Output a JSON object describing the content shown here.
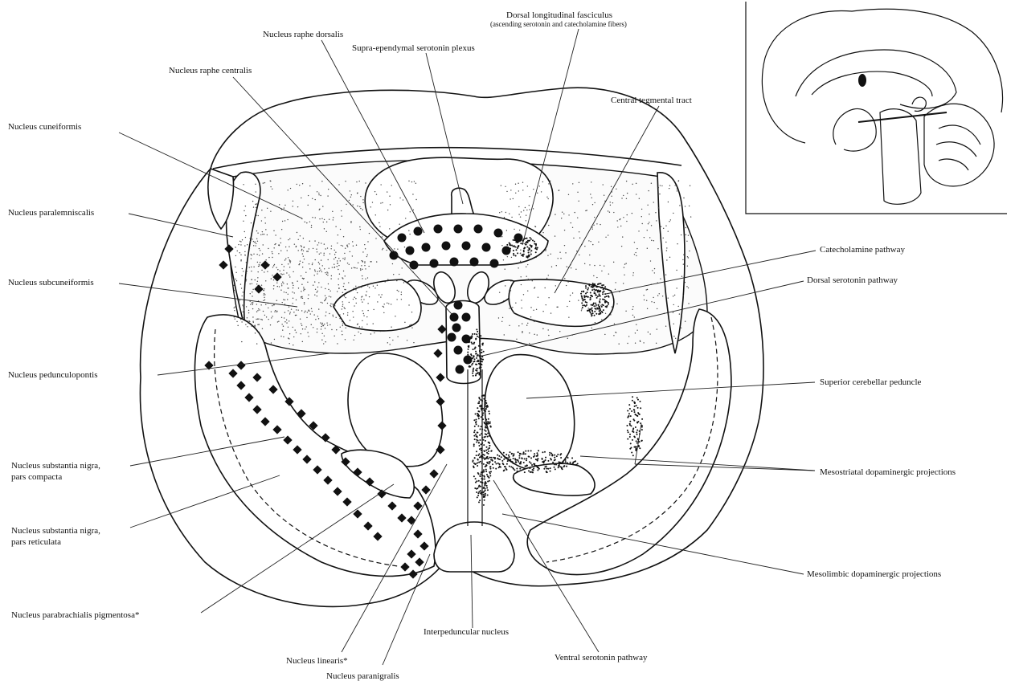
{
  "labels": {
    "dorsal_longitudinal_fasciculus": "Dorsal longitudinal fasciculus",
    "dorsal_longitudinal_fasciculus_note": "(ascending serotonin and catecholamine fibers)",
    "nucleus_raphe_dorsalis": "Nucleus raphe dorsalis",
    "supra_ependymal_plexus": "Supra-ependymal serotonin plexus",
    "nucleus_raphe_centralis": "Nucleus raphe centralis",
    "central_tegmental_tract": "Central tegmental tract",
    "nucleus_cuneiformis": "Nucleus cuneiformis",
    "nucleus_paralemniscalis": "Nucleus paralemniscalis",
    "catecholamine_pathway": "Catecholamine pathway",
    "nucleus_subcuneiformis": "Nucleus subcuneiformis",
    "dorsal_serotonin_pathway": "Dorsal serotonin pathway",
    "nucleus_pedunculopontis": "Nucleus pedunculopontis",
    "superior_cerebellar_peduncle": "Superior cerebellar peduncle",
    "nigra_compacta_1": "Nucleus substantia nigra,",
    "nigra_compacta_2": "pars compacta",
    "mesostriatal": "Mesostriatal dopaminergic projections",
    "nigra_reticulata_1": "Nucleus substantia nigra,",
    "nigra_reticulata_2": "pars reticulata",
    "mesolimbic": "Mesolimbic dopaminergic projections",
    "parabrachialis": "Nucleus parabrachialis pigmentosa*",
    "interpeduncular": "Interpeduncular nucleus",
    "linearis": "Nucleus linearis*",
    "ventral_serotonin_pathway": "Ventral serotonin pathway",
    "paranigralis": "Nucleus paranigralis"
  }
}
